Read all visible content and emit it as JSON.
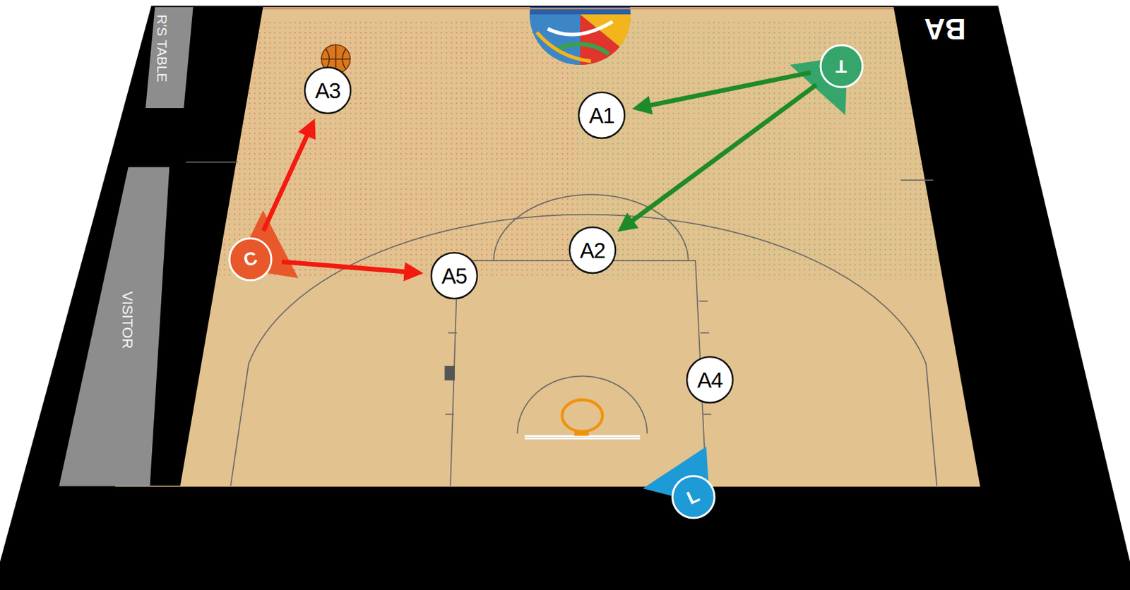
{
  "diagram": {
    "nodes": [
      {
        "text": [
          "T"
        ]
      },
      {
        "text": [
          "A3"
        ]
      },
      {
        "text": [
          "A1"
        ]
      },
      {
        "text": [
          "C"
        ]
      },
      {
        "text": [
          "A2"
        ]
      },
      {
        "text": [
          "A5"
        ]
      },
      {
        "text": [
          "A4"
        ]
      },
      {
        "text": [
          "L"
        ]
      }
    ],
    "edges": [
      {
        "from": 3,
        "to": 1,
        "arrow": "to"
      },
      {
        "from": 3,
        "to": 5,
        "arrow": "to"
      },
      {
        "from": 0,
        "to": 2,
        "arrow": "to"
      },
      {
        "from": 0,
        "to": 4,
        "arrow": "to"
      }
    ],
    "labels": [
      "R'S TABLE",
      "VISITOR",
      "BA"
    ]
  }
}
